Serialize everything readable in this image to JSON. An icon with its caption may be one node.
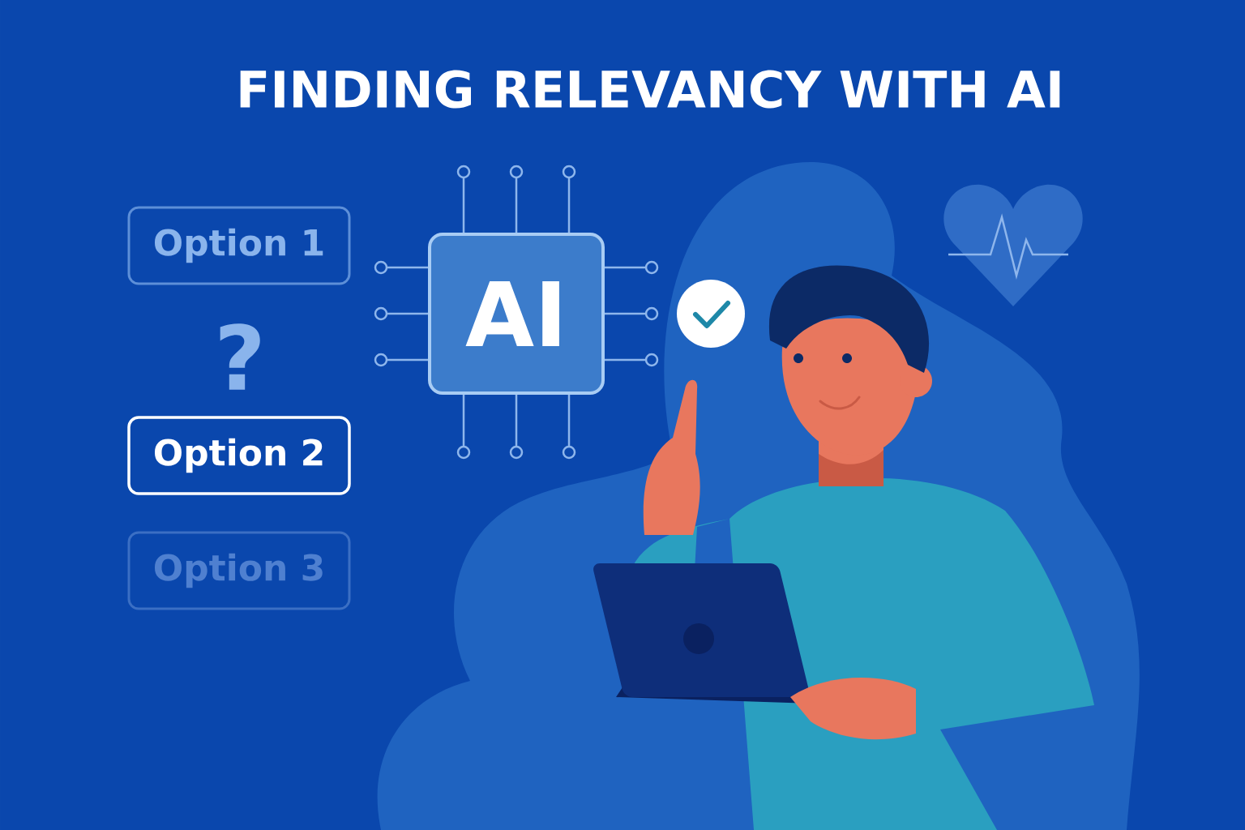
{
  "diagram": {
    "title": "FINDING RELEVANCY WITH AI",
    "nodes": [
      {
        "text": [
          "Option 1"
        ]
      },
      {
        "text": [
          "Option 2"
        ]
      },
      {
        "text": [
          "Option 3"
        ]
      },
      {
        "text": [
          "AI"
        ]
      }
    ],
    "labels": [
      "?"
    ]
  }
}
